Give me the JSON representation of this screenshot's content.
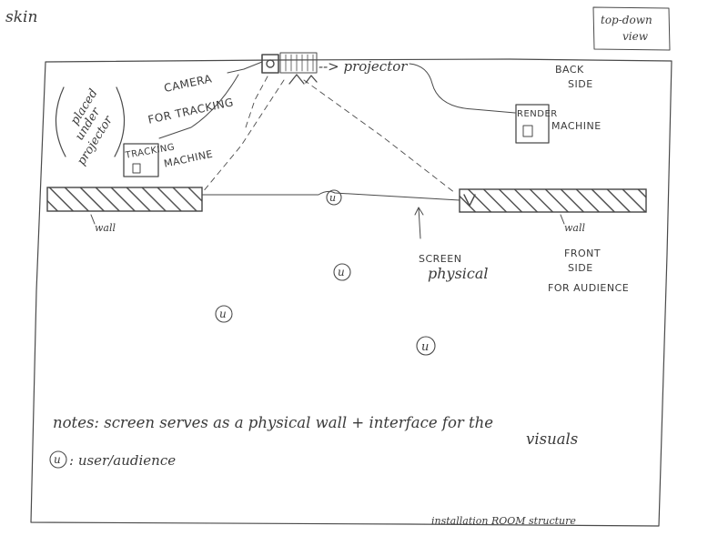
{
  "sheet": {
    "corner_label": "skin",
    "view_label_line1": "top-down",
    "view_label_line2": "view",
    "footer": "installation ROOM structure"
  },
  "equipment": {
    "placed_note": [
      "placed",
      "under",
      "projector"
    ],
    "camera_label": [
      "CAMERA",
      "FOR TRACKING"
    ],
    "projector_label": "--> projector",
    "tracking_machine_label": [
      "TRACKING",
      "MACHINE"
    ],
    "render_machine_label": [
      "RENDER",
      "MACHINE"
    ]
  },
  "room": {
    "back_side": [
      "BACK",
      "SIDE"
    ],
    "front_side": [
      "FRONT",
      "SIDE",
      "FOR AUDIENCE"
    ],
    "wall_label": "wall",
    "screen_label": [
      "SCREEN",
      "physical"
    ]
  },
  "user_marker": "u",
  "notes": {
    "line1": "notes: screen serves as a physical wall + interface for the",
    "line2": "visuals",
    "legend": ": user/audience"
  }
}
